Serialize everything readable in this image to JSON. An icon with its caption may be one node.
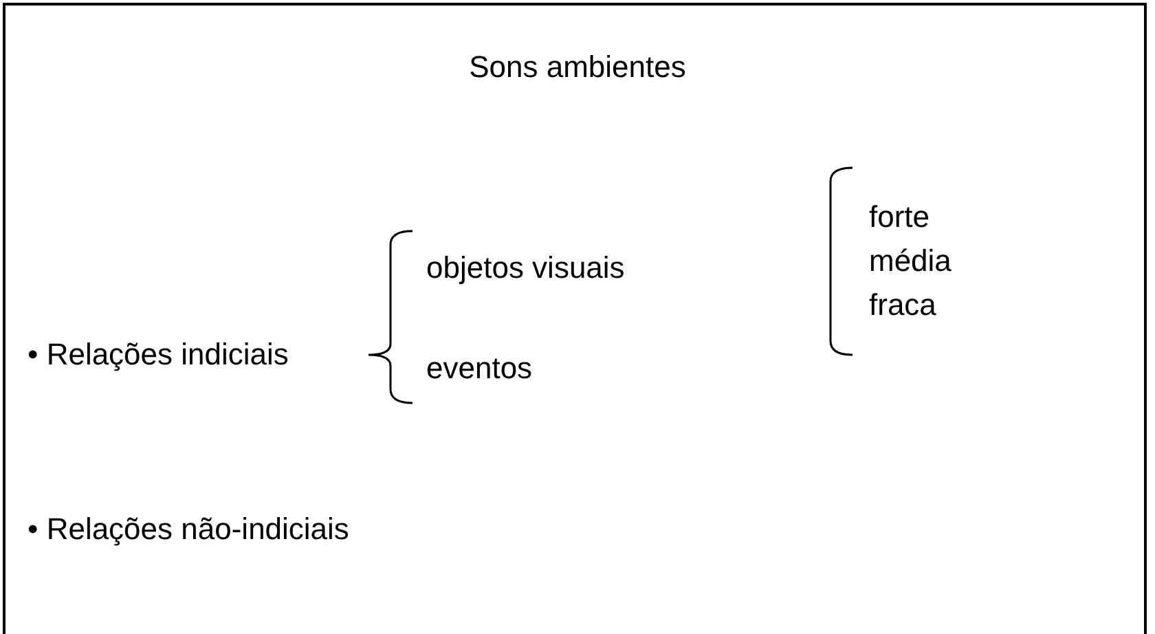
{
  "diagram": {
    "title": "Sons ambientes",
    "labels": [
      "• Relações indiciais",
      "objetos visuais",
      "forte",
      "média",
      "fraca",
      "eventos",
      "• Relações não-indiciais"
    ]
  }
}
